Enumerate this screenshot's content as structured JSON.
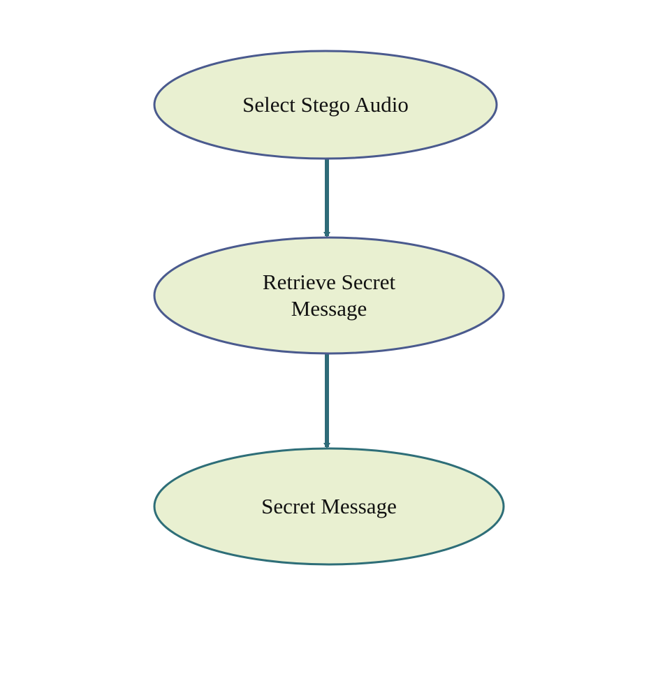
{
  "diagram": {
    "nodes": [
      {
        "id": "select-stego-audio",
        "label": "Select Stego Audio"
      },
      {
        "id": "retrieve-secret-message",
        "label": "Retrieve Secret Message"
      },
      {
        "id": "secret-message",
        "label": "Secret Message"
      }
    ],
    "edges": [
      {
        "from": "select-stego-audio",
        "to": "retrieve-secret-message"
      },
      {
        "from": "retrieve-secret-message",
        "to": "secret-message"
      }
    ],
    "colors": {
      "node_fill": "#E9F0D1",
      "node_stroke_top": "#4A5A8E",
      "node_stroke_bottom": "#2E6E78",
      "arrow": "#2E6B78"
    }
  }
}
